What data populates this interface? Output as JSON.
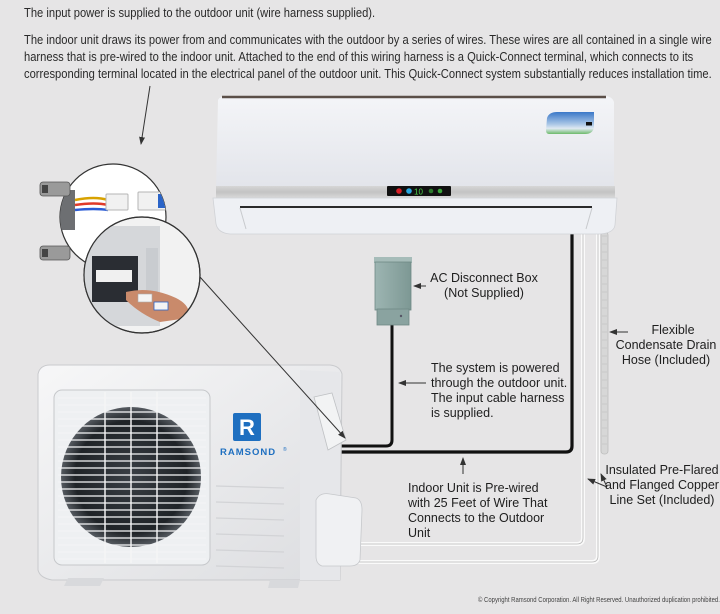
{
  "intro": {
    "line1": "The input power is supplied to the outdoor unit (wire harness supplied).",
    "paragraph": [
      "The indoor unit draws its power from and communicates with the outdoor by a series of wires. These wires are all contained in a single wire",
      "harness that is pre-wired to the indoor unit.    Attached  to  the end of this wiring harness is a Quick-Connect terminal,  which connects to its",
      "corresponding terminal located in the electrical panel of the outdoor unit.  This Quick-Connect system substantially reduces installation time."
    ]
  },
  "callouts": {
    "disconnect_box": [
      "AC Disconnect Box",
      "(Not Supplied)"
    ],
    "powered": [
      "The system is powered",
      "through the outdoor unit.",
      "The input cable harness",
      "is supplied."
    ],
    "drain_hose": [
      "Flexible",
      "Condensate Drain",
      "Hose (Included)"
    ],
    "line_set": [
      "Insulated Pre-Flared",
      "and Flanged Copper",
      "Line Set (Included)"
    ],
    "prewired": [
      "Indoor Unit is Pre-wired",
      "with 25 Feet of Wire That",
      "Connects to the Outdoor",
      "Unit"
    ]
  },
  "outdoor_unit": {
    "brand": "RAMSOND",
    "logo_letter": "R",
    "registered": "®"
  },
  "indoor_unit": {
    "display": "10"
  },
  "colors": {
    "background": "#e6e5e6",
    "brand_blue": "#1e6fc0",
    "wire": "#111111",
    "disconnect_box": "#8aa3a0"
  },
  "footer": {
    "copyright": "© Copyright Ramsond Corporation.  All Right Reserved. Unauthorized duplication prohibited."
  }
}
